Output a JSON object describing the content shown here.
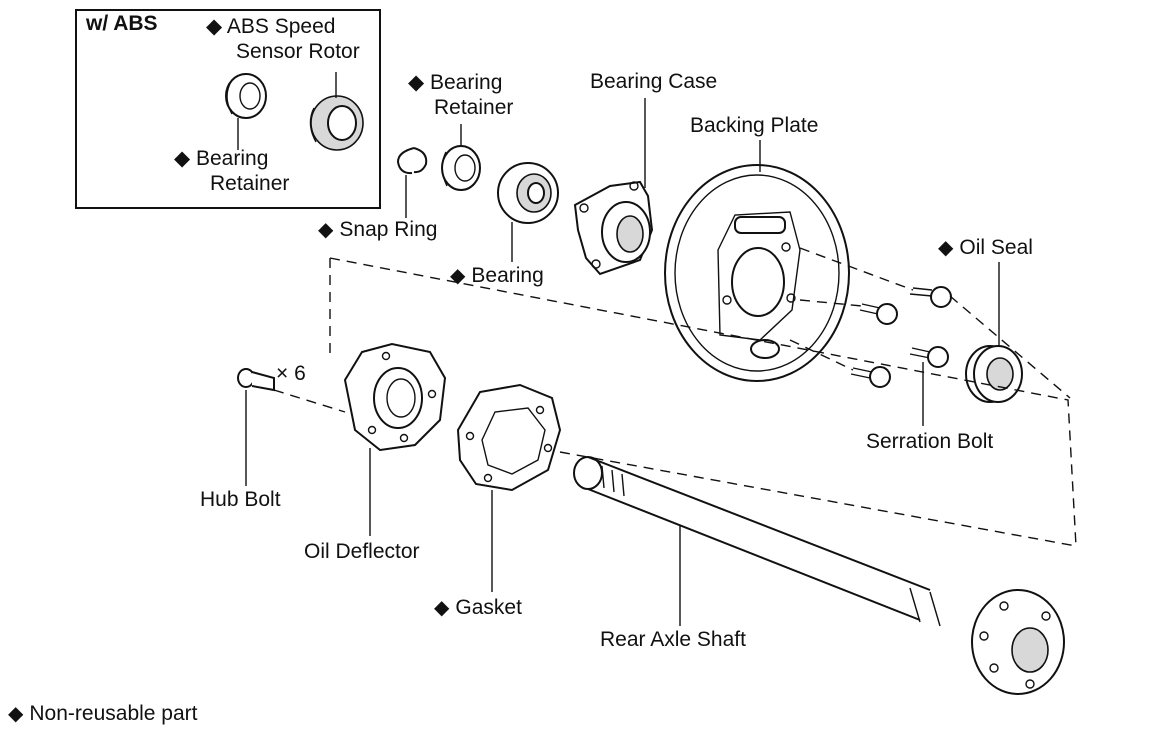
{
  "inset": {
    "header": "w/ ABS"
  },
  "marker": "◆",
  "labels": {
    "abs_rotor": [
      "ABS Speed",
      "Sensor Rotor"
    ],
    "abs_retainer": [
      "Bearing",
      "Retainer"
    ],
    "bearing_retainer": [
      "Bearing",
      "Retainer"
    ],
    "bearing_case": "Bearing Case",
    "backing_plate": "Backing Plate",
    "snap_ring": "Snap Ring",
    "bearing": "Bearing",
    "oil_seal": "Oil Seal",
    "qty": "× 6",
    "serration_bolt": "Serration Bolt",
    "hub_bolt": "Hub Bolt",
    "oil_deflector": "Oil Deflector",
    "gasket": "Gasket",
    "rear_axle_shaft": "Rear Axle Shaft",
    "legend": "Non-reusable part"
  }
}
